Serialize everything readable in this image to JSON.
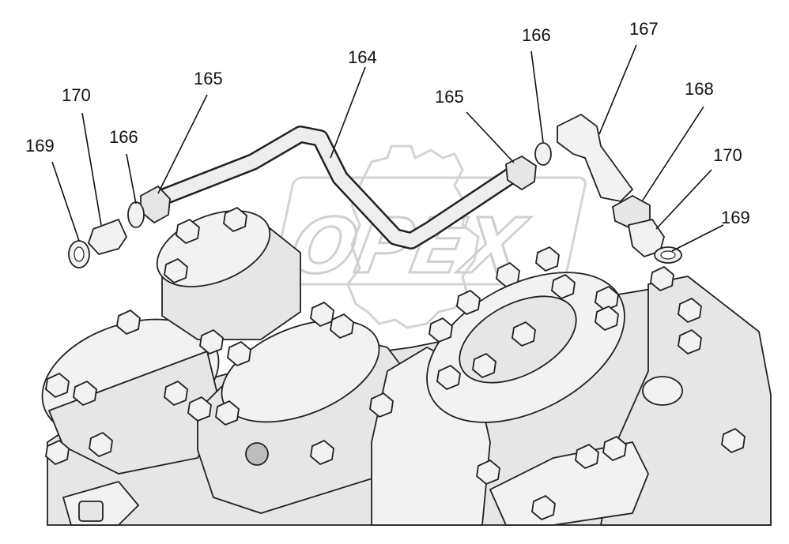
{
  "watermark": {
    "text": "OPEX"
  },
  "callouts": [
    {
      "id": "label-169-left",
      "text": "169"
    },
    {
      "id": "label-170-left",
      "text": "170"
    },
    {
      "id": "label-166-left",
      "text": "166"
    },
    {
      "id": "label-165-left",
      "text": "165"
    },
    {
      "id": "label-164",
      "text": "164"
    },
    {
      "id": "label-165-right",
      "text": "165"
    },
    {
      "id": "label-166-right",
      "text": "166"
    },
    {
      "id": "label-167",
      "text": "167"
    },
    {
      "id": "label-168",
      "text": "168"
    },
    {
      "id": "label-170-right",
      "text": "170"
    },
    {
      "id": "label-169-right",
      "text": "169"
    }
  ]
}
